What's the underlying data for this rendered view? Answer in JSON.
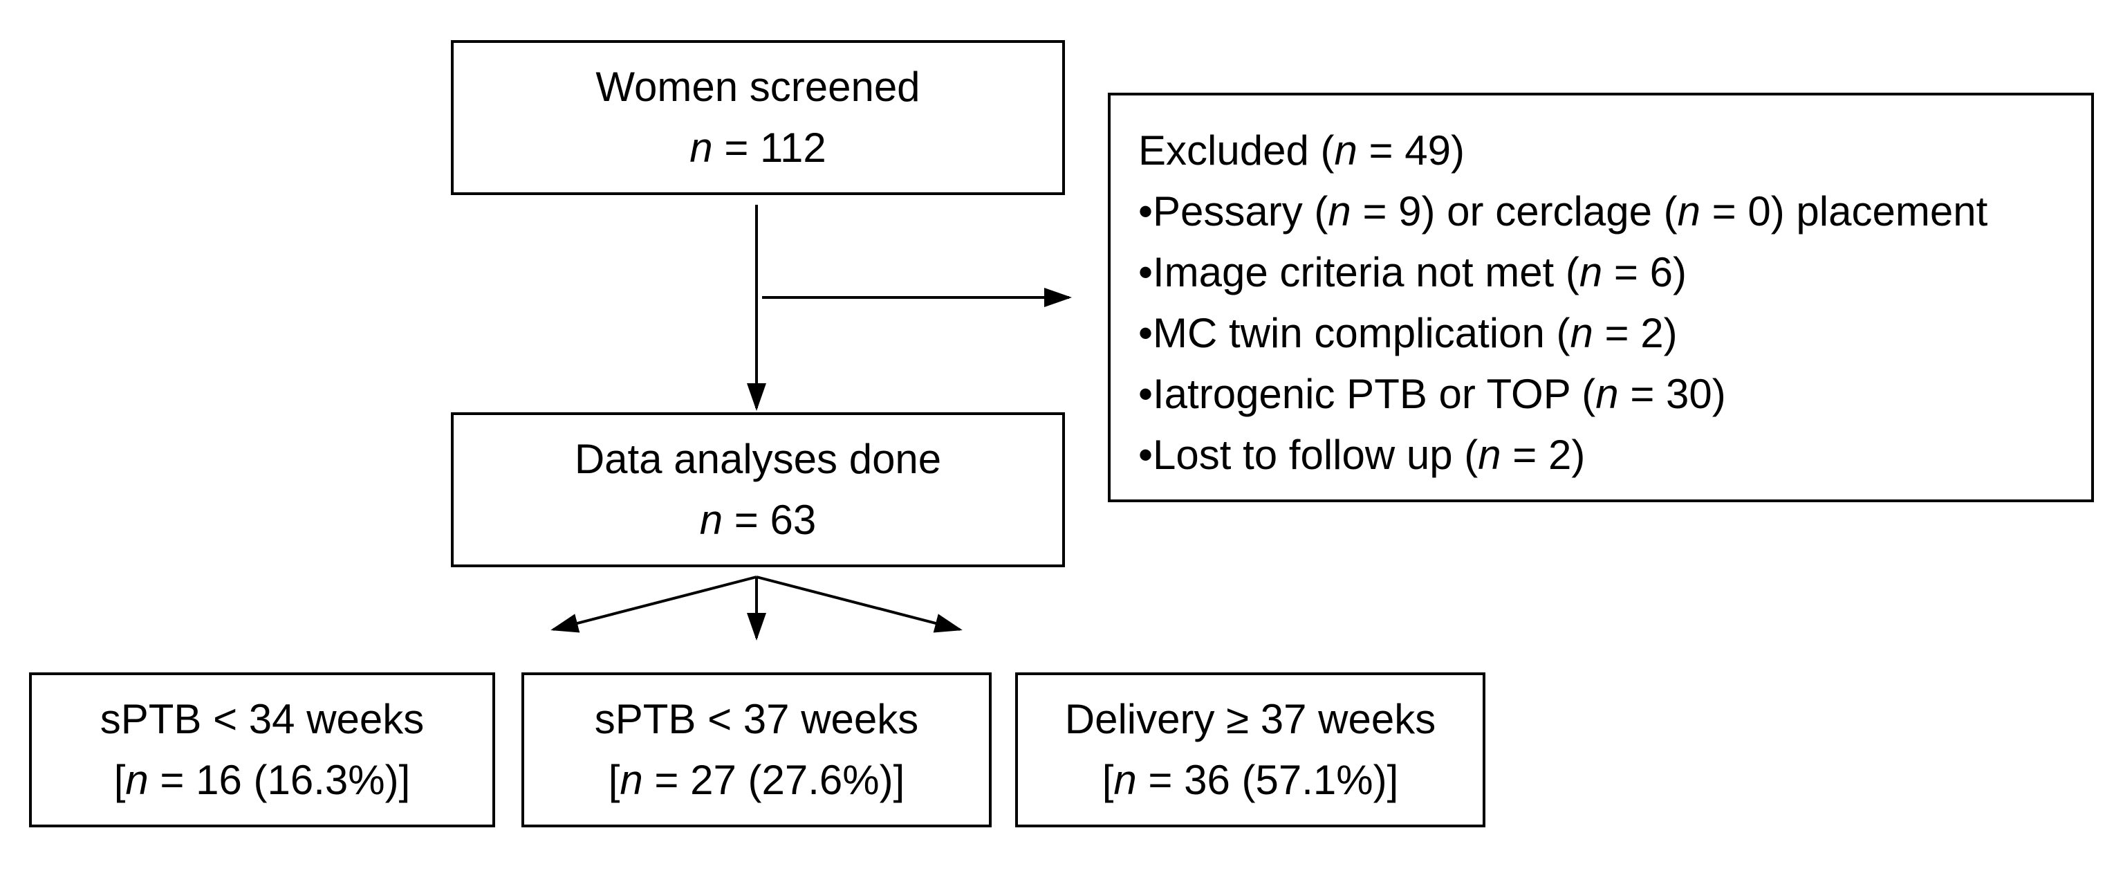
{
  "screened": {
    "title": "Women screened",
    "n_prefix": "",
    "n_symbol": "n",
    "n_suffix": " = 112"
  },
  "analyses": {
    "title": "Data analyses done",
    "n_prefix": "",
    "n_symbol": "n",
    "n_suffix": " = 63"
  },
  "excluded": {
    "head_prefix": "Excluded (",
    "head_symbol": "n",
    "head_suffix": " = 49)",
    "items": [
      {
        "parts": [
          "•Pessary (",
          "n",
          " = 9) or cerclage (",
          "n",
          " = 0) placement"
        ]
      },
      {
        "parts": [
          "•Image criteria not met (",
          "n",
          " = 6)"
        ]
      },
      {
        "parts": [
          "•MC twin complication (",
          "n",
          " = 2)"
        ]
      },
      {
        "parts": [
          "•Iatrogenic PTB or TOP (",
          "n",
          " = 30)"
        ]
      },
      {
        "parts": [
          "•Lost to follow up (",
          "n",
          " = 2)"
        ]
      }
    ]
  },
  "outcomes": [
    {
      "title": "sPTB < 34 weeks",
      "n_prefix": "[",
      "n_symbol": "n",
      "n_suffix": " = 16 (16.3%)]"
    },
    {
      "title": "sPTB < 37 weeks",
      "n_prefix": "[",
      "n_symbol": "n",
      "n_suffix": " = 27 (27.6%)]"
    },
    {
      "title": "Delivery ≥ 37 weeks",
      "n_prefix": "[",
      "n_symbol": "n",
      "n_suffix": " = 36 (57.1%)]"
    }
  ]
}
